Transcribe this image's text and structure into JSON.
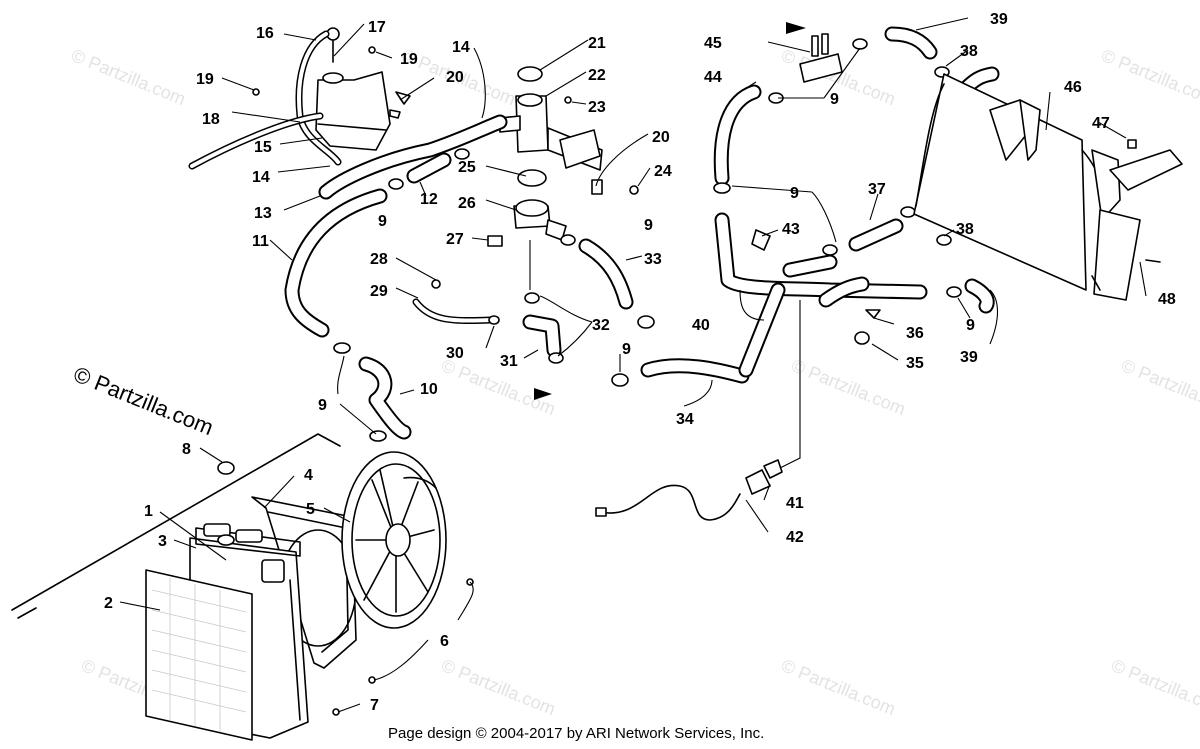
{
  "watermark": {
    "text": "© Partzilla.com",
    "main_text": "© Partzilla.com"
  },
  "footer": {
    "text": "Page design © 2004-2017 by ARI Network Services, Inc."
  },
  "callouts": [
    {
      "id": "c1",
      "label": "1"
    },
    {
      "id": "c2",
      "label": "2"
    },
    {
      "id": "c3",
      "label": "3"
    },
    {
      "id": "c4",
      "label": "4"
    },
    {
      "id": "c5",
      "label": "5"
    },
    {
      "id": "c6",
      "label": "6"
    },
    {
      "id": "c7",
      "label": "7"
    },
    {
      "id": "c8",
      "label": "8"
    },
    {
      "id": "c9a",
      "label": "9"
    },
    {
      "id": "c9b",
      "label": "9"
    },
    {
      "id": "c9c",
      "label": "9"
    },
    {
      "id": "c9d",
      "label": "9"
    },
    {
      "id": "c9e",
      "label": "9"
    },
    {
      "id": "c9f",
      "label": "9"
    },
    {
      "id": "c9g",
      "label": "9"
    },
    {
      "id": "c10",
      "label": "10"
    },
    {
      "id": "c11",
      "label": "11"
    },
    {
      "id": "c12",
      "label": "12"
    },
    {
      "id": "c13",
      "label": "13"
    },
    {
      "id": "c14a",
      "label": "14"
    },
    {
      "id": "c14b",
      "label": "14"
    },
    {
      "id": "c15",
      "label": "15"
    },
    {
      "id": "c16",
      "label": "16"
    },
    {
      "id": "c17",
      "label": "17"
    },
    {
      "id": "c18",
      "label": "18"
    },
    {
      "id": "c19a",
      "label": "19"
    },
    {
      "id": "c19b",
      "label": "19"
    },
    {
      "id": "c20a",
      "label": "20"
    },
    {
      "id": "c20b",
      "label": "20"
    },
    {
      "id": "c21",
      "label": "21"
    },
    {
      "id": "c22",
      "label": "22"
    },
    {
      "id": "c23",
      "label": "23"
    },
    {
      "id": "c24",
      "label": "24"
    },
    {
      "id": "c25",
      "label": "25"
    },
    {
      "id": "c26",
      "label": "26"
    },
    {
      "id": "c27",
      "label": "27"
    },
    {
      "id": "c28",
      "label": "28"
    },
    {
      "id": "c29",
      "label": "29"
    },
    {
      "id": "c30",
      "label": "30"
    },
    {
      "id": "c31",
      "label": "31"
    },
    {
      "id": "c32",
      "label": "32"
    },
    {
      "id": "c33",
      "label": "33"
    },
    {
      "id": "c34",
      "label": "34"
    },
    {
      "id": "c35",
      "label": "35"
    },
    {
      "id": "c36",
      "label": "36"
    },
    {
      "id": "c37",
      "label": "37"
    },
    {
      "id": "c38a",
      "label": "38"
    },
    {
      "id": "c38b",
      "label": "38"
    },
    {
      "id": "c39a",
      "label": "39"
    },
    {
      "id": "c39b",
      "label": "39"
    },
    {
      "id": "c40",
      "label": "40"
    },
    {
      "id": "c41",
      "label": "41"
    },
    {
      "id": "c42",
      "label": "42"
    },
    {
      "id": "c43",
      "label": "43"
    },
    {
      "id": "c44",
      "label": "44"
    },
    {
      "id": "c45",
      "label": "45"
    },
    {
      "id": "c46",
      "label": "46"
    },
    {
      "id": "c47",
      "label": "47"
    },
    {
      "id": "c48",
      "label": "48"
    }
  ]
}
